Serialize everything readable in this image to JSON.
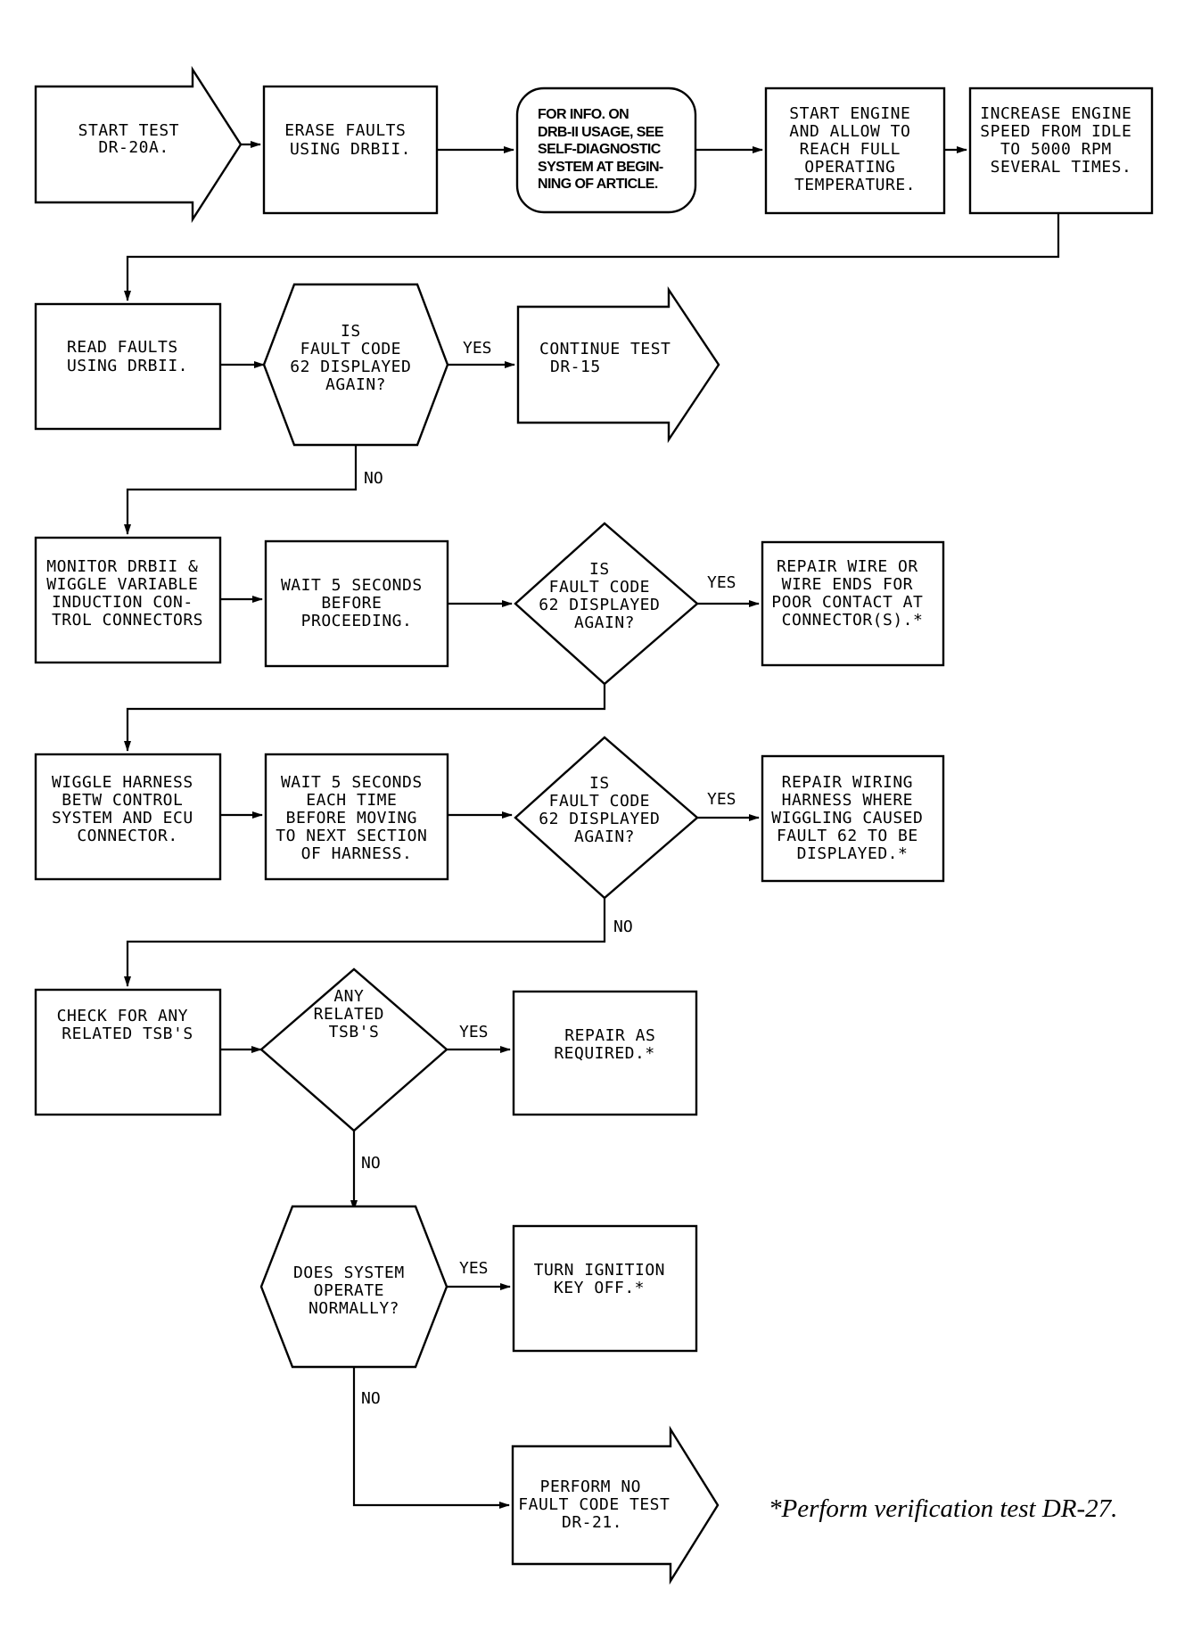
{
  "boxes": {
    "start_test": [
      "START TEST",
      "DR-20A."
    ],
    "erase_faults": [
      "ERASE FAULTS",
      "USING DRBII."
    ],
    "info": [
      "FOR INFO. ON",
      "DRB-II USAGE, SEE",
      "SELF-DIAGNOSTIC",
      "SYSTEM AT BEGIN-",
      "NING OF ARTICLE."
    ],
    "start_engine": [
      "START ENGINE",
      "AND ALLOW TO",
      "REACH FULL",
      "OPERATING",
      "TEMPERATURE."
    ],
    "increase_speed": [
      "INCREASE ENGINE",
      "SPEED FROM IDLE",
      "TO 5000 RPM",
      "SEVERAL TIMES."
    ],
    "read_faults": [
      "READ FAULTS",
      "USING DRBII."
    ],
    "decision_1": [
      "IS",
      "FAULT CODE",
      "62 DISPLAYED",
      "AGAIN?"
    ],
    "continue_test": [
      "CONTINUE TEST",
      "DR-15"
    ],
    "monitor": [
      "MONITOR DRBII &",
      "WIGGLE VARIABLE",
      "INDUCTION CON-",
      "TROL CONNECTORS"
    ],
    "wait_1": [
      "WAIT 5 SECONDS",
      "BEFORE",
      "PROCEEDING."
    ],
    "decision_2": [
      "IS",
      "FAULT CODE",
      "62 DISPLAYED",
      "AGAIN?"
    ],
    "repair_wire": [
      "REPAIR WIRE OR",
      "WIRE ENDS FOR",
      "POOR CONTACT AT",
      "CONNECTOR(S).*"
    ],
    "wiggle_harness": [
      "WIGGLE HARNESS",
      "BETW CONTROL",
      "SYSTEM AND ECU",
      "CONNECTOR."
    ],
    "wait_2": [
      "WAIT 5 SECONDS",
      "EACH TIME",
      "BEFORE MOVING",
      "TO NEXT SECTION",
      "OF HARNESS."
    ],
    "decision_3": [
      "IS",
      "FAULT CODE",
      "62 DISPLAYED",
      "AGAIN?"
    ],
    "repair_harness": [
      "REPAIR WIRING",
      "HARNESS WHERE",
      "WIGGLING CAUSED",
      "FAULT 62 TO BE",
      "DISPLAYED.*"
    ],
    "check_tsb": [
      "CHECK FOR ANY",
      "RELATED TSB'S"
    ],
    "decision_4": [
      "ANY",
      "RELATED",
      "TSB'S"
    ],
    "repair_required": [
      "REPAIR AS",
      "REQUIRED.*"
    ],
    "decision_5": [
      "DOES SYSTEM",
      "OPERATE",
      "NORMALLY?"
    ],
    "turn_key_off": [
      "TURN IGNITION",
      "KEY OFF.*"
    ],
    "perform_no_fault": [
      "PERFORM NO",
      "FAULT CODE TEST",
      "DR-21."
    ]
  },
  "labels": {
    "yes": "YES",
    "no": "NO"
  },
  "footnote": "*Perform verification test DR-27."
}
